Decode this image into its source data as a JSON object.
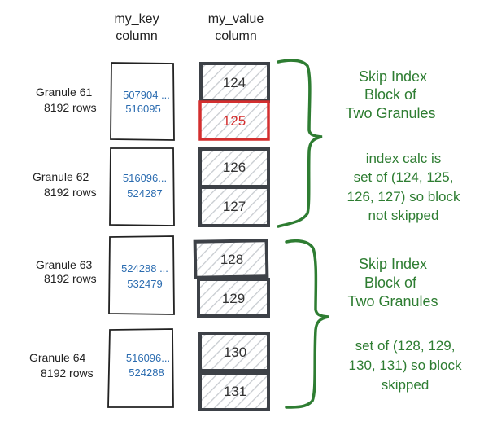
{
  "headers": {
    "key_column": [
      "my_key",
      "column"
    ],
    "value_column": [
      "my_value",
      "column"
    ]
  },
  "granules": [
    {
      "name": "Granule 61",
      "rows": "8192 rows",
      "key_range": [
        "507904 ...",
        "516095"
      ],
      "values": [
        "124",
        "125"
      ]
    },
    {
      "name": "Granule 62",
      "rows": "8192 rows",
      "key_range": [
        "516096...",
        "524287"
      ],
      "values": [
        "126",
        "127"
      ]
    },
    {
      "name": "Granule 63",
      "rows": "8192 rows",
      "key_range": [
        "524288 ...",
        "532479"
      ],
      "values": [
        "128",
        "129"
      ]
    },
    {
      "name": "Granule 64",
      "rows": "8192 rows",
      "key_range": [
        "516096...",
        "524288"
      ],
      "values": [
        "130",
        "131"
      ]
    }
  ],
  "highlighted_value": "125",
  "skip_blocks": [
    {
      "title": [
        "Skip Index",
        "Block of",
        "Two Granules"
      ],
      "note": [
        "index calc is",
        "set of (124, 125,",
        "126, 127) so block",
        "not skipped"
      ]
    },
    {
      "title": [
        "Skip Index",
        "Block of",
        "Two Granules"
      ],
      "note": [
        "set of (128, 129,",
        "130, 131) so block",
        "skipped"
      ]
    }
  ],
  "colors": {
    "ink": "#222222",
    "cell_border": "#3d4147",
    "hatch": "#c7cbd0",
    "key_text": "#2b6cb0",
    "highlight": "#d32f2f",
    "annotation": "#2e7d32"
  }
}
